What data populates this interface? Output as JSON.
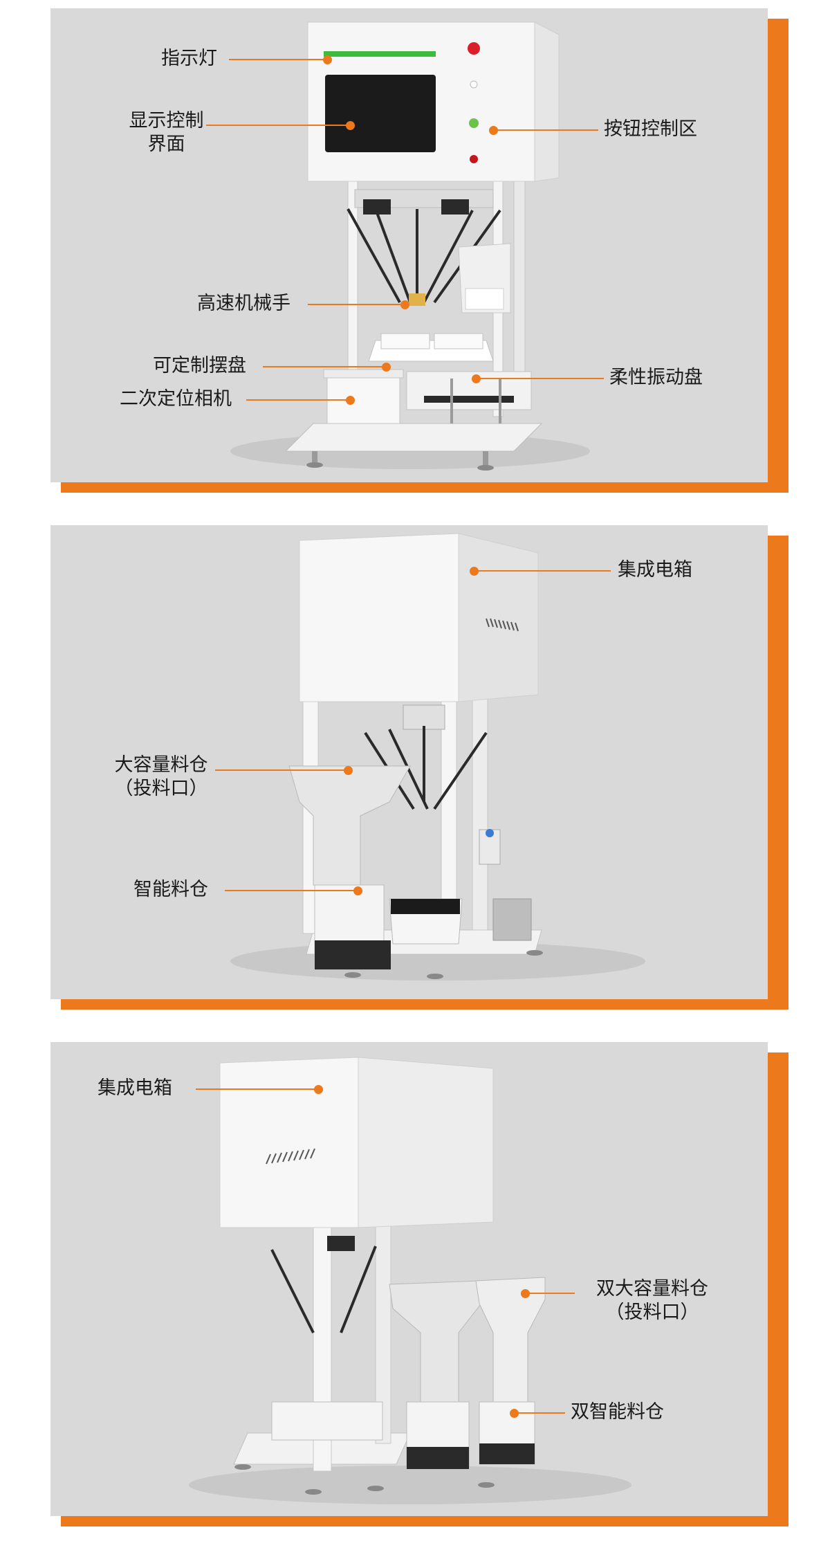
{
  "panel1": {
    "labels": {
      "indicator": "指示灯",
      "display_line1": "显示控制",
      "display_line2": "界面",
      "buttons": "按钮控制区",
      "robot": "高速机械手",
      "tray": "可定制摆盘",
      "camera": "二次定位相机",
      "vibration": "柔性振动盘"
    }
  },
  "panel2": {
    "labels": {
      "electric_box": "集成电箱",
      "hopper_line1": "大容量料仓",
      "hopper_line2": "（投料口）",
      "smart_bin": "智能料仓"
    }
  },
  "panel3": {
    "labels": {
      "electric_box": "集成电箱",
      "dual_hopper_line1": "双大容量料仓",
      "dual_hopper_line2": "（投料口）",
      "dual_smart_bin": "双智能料仓"
    }
  },
  "colors": {
    "accent": "#ec7a1c",
    "panel_bg": "#d9d9d9",
    "screen": "#1b1b1b",
    "indicator_green": "#3dbb3d",
    "button_red": "#d9202a",
    "button_green": "#6cc24a"
  }
}
